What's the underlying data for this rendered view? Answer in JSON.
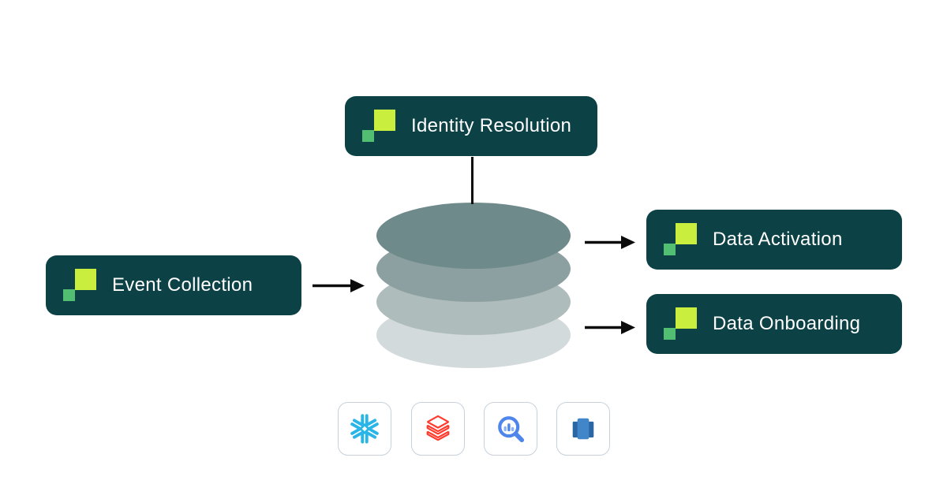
{
  "diagram": {
    "title": "Warehouse-centric data flow diagram",
    "nodes": {
      "identity_resolution": {
        "label": "Identity Resolution"
      },
      "event_collection": {
        "label": "Event Collection"
      },
      "data_activation": {
        "label": "Data Activation"
      },
      "data_onboarding": {
        "label": "Data Onboarding"
      }
    },
    "center": {
      "shape": "database-cylinder",
      "layers": 4
    },
    "connectors": [
      {
        "from": "identity_resolution",
        "to": "warehouse",
        "style": "plain-line"
      },
      {
        "from": "event_collection",
        "to": "warehouse",
        "style": "arrow"
      },
      {
        "from": "warehouse",
        "to": "data_activation",
        "style": "arrow"
      },
      {
        "from": "warehouse",
        "to": "data_onboarding",
        "style": "arrow"
      }
    ],
    "warehouse_logos": [
      {
        "id": "snowflake",
        "icon": "snowflake-icon"
      },
      {
        "id": "databricks",
        "icon": "databricks-icon"
      },
      {
        "id": "bigquery",
        "icon": "bigquery-icon"
      },
      {
        "id": "redshift",
        "icon": "redshift-icon"
      }
    ],
    "colors": {
      "background": "#FFFFFF",
      "node_background": "#0C4145",
      "node_text": "#FFFFFF",
      "brand_mark_lime": "#C9EE3E",
      "brand_mark_green": "#52BE71",
      "arrow": "#0B0B0B",
      "cylinder_layer_1": "#6F8A8A",
      "cylinder_layer_2": "#8CA0A2",
      "cylinder_layer_3": "#AFBCBC",
      "cylinder_layer_4": "#D3DADB",
      "tile_border": "#C7D1DB",
      "snowflake_blue": "#29B5E8",
      "databricks_red": "#FF3B2D",
      "bigquery_blue": "#4F86EC",
      "bigquery_light_blue": "#8AB0F8",
      "redshift_dark_blue": "#2B66A4",
      "redshift_light_blue": "#4186C8"
    }
  }
}
